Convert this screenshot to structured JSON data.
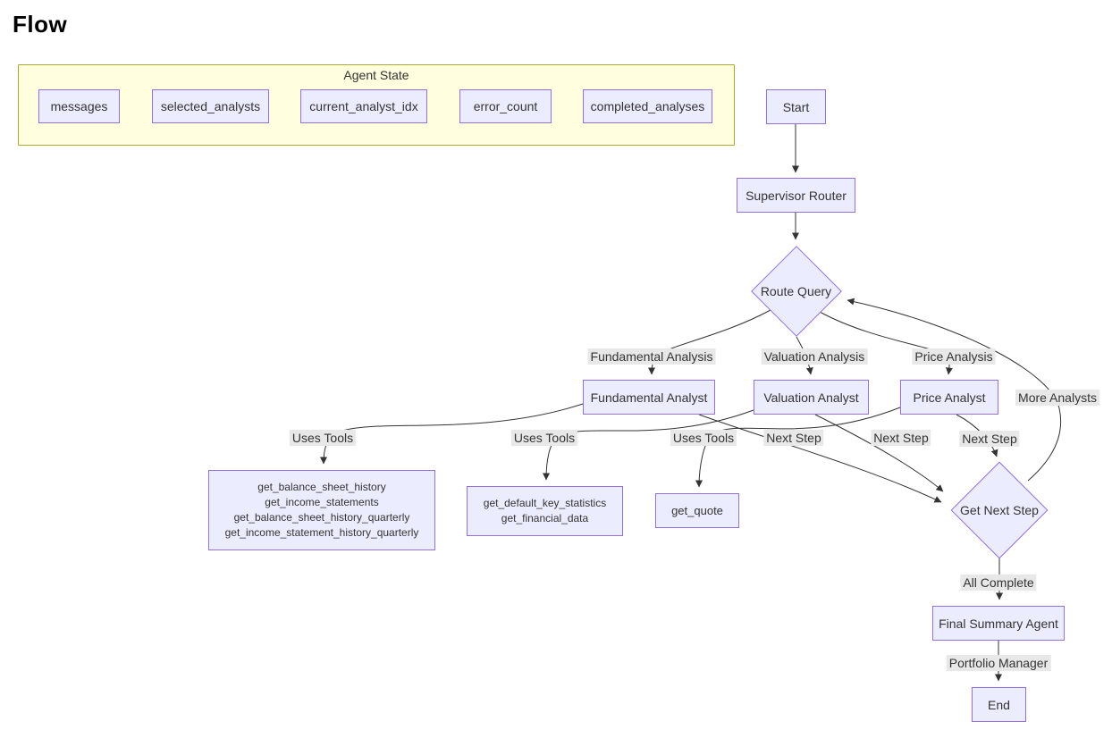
{
  "title": "Flow",
  "cluster": {
    "label": "Agent State",
    "items": [
      {
        "label": "messages"
      },
      {
        "label": "selected_analysts"
      },
      {
        "label": "current_analyst_idx"
      },
      {
        "label": "error_count"
      },
      {
        "label": "completed_analyses"
      }
    ]
  },
  "nodes": {
    "start": {
      "label": "Start"
    },
    "supervisor": {
      "label": "Supervisor Router"
    },
    "route_query": {
      "label": "Route Query"
    },
    "fundamental_analyst": {
      "label": "Fundamental Analyst"
    },
    "valuation_analyst": {
      "label": "Valuation Analyst"
    },
    "price_analyst": {
      "label": "Price Analyst"
    },
    "fundamental_tools": {
      "lines": [
        "get_balance_sheet_history",
        "get_income_statements",
        "get_balance_sheet_history_quarterly",
        "get_income_statement_history_quarterly"
      ]
    },
    "valuation_tools": {
      "lines": [
        "get_default_key_statistics",
        "get_financial_data"
      ]
    },
    "price_tools": {
      "lines": [
        "get_quote"
      ]
    },
    "get_next_step": {
      "label": "Get Next Step"
    },
    "final_summary": {
      "label": "Final Summary Agent"
    },
    "end": {
      "label": "End"
    }
  },
  "edge_labels": {
    "fundamental_analysis": "Fundamental Analysis",
    "valuation_analysis": "Valuation Analysis",
    "price_analysis": "Price Analysis",
    "uses_tools_1": "Uses Tools",
    "uses_tools_2": "Uses Tools",
    "uses_tools_3": "Uses Tools",
    "next_step_1": "Next Step",
    "next_step_2": "Next Step",
    "next_step_3": "Next Step",
    "more_analysts": "More Analysts",
    "all_complete": "All Complete",
    "portfolio_manager": "Portfolio Manager"
  },
  "colors": {
    "node_fill": "#ececff",
    "node_border": "#9370db",
    "cluster_fill": "#fffede",
    "cluster_border": "#aaaa33",
    "edge": "#333333",
    "edge_label_bg": "#e8e8e8",
    "text": "#333333"
  }
}
